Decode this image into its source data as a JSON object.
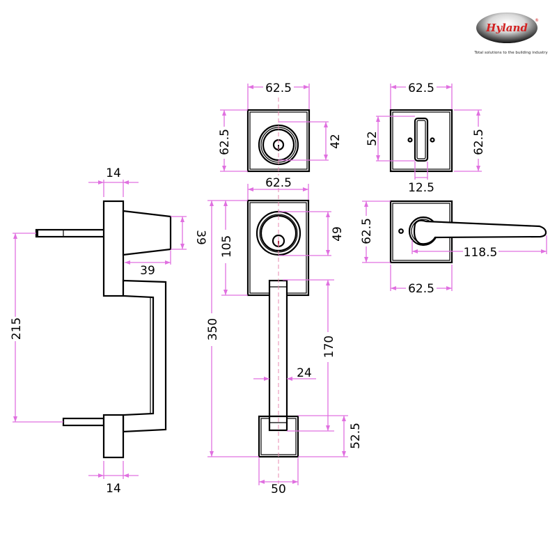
{
  "logo": {
    "brand": "Hyland",
    "registered": "®",
    "tagline": "Total solutions to the building industry"
  },
  "colors": {
    "dimension_line": "#e070e0",
    "center_line": "#e88ab0",
    "outline": "#000000",
    "brand_red": "#d22020"
  },
  "views": {
    "side_view": {
      "dims": {
        "top_plate_width": "14",
        "spindle_height": "39",
        "spindle_depth": "39",
        "handle_span": "215",
        "bottom_plate_width": "14"
      }
    },
    "deadbolt_rosette": {
      "dims": {
        "width": "62.5",
        "height": "62.5",
        "cylinder_diameter": "42"
      }
    },
    "thumbturn_rosette": {
      "dims": {
        "width": "62.5",
        "height": "62.5",
        "slot_height": "52",
        "slot_width": "12.5"
      }
    },
    "lever_rosette": {
      "dims": {
        "height": "62.5",
        "width": "62.5",
        "lever_length": "118.5"
      }
    },
    "front_handleset": {
      "dims": {
        "top_width": "62.5",
        "top_plate_height": "105",
        "cylinder_diameter": "49",
        "overall_height": "350",
        "grip_length": "170",
        "grip_width": "24",
        "bottom_plate_height": "52.5",
        "bottom_plate_width": "50"
      }
    }
  }
}
